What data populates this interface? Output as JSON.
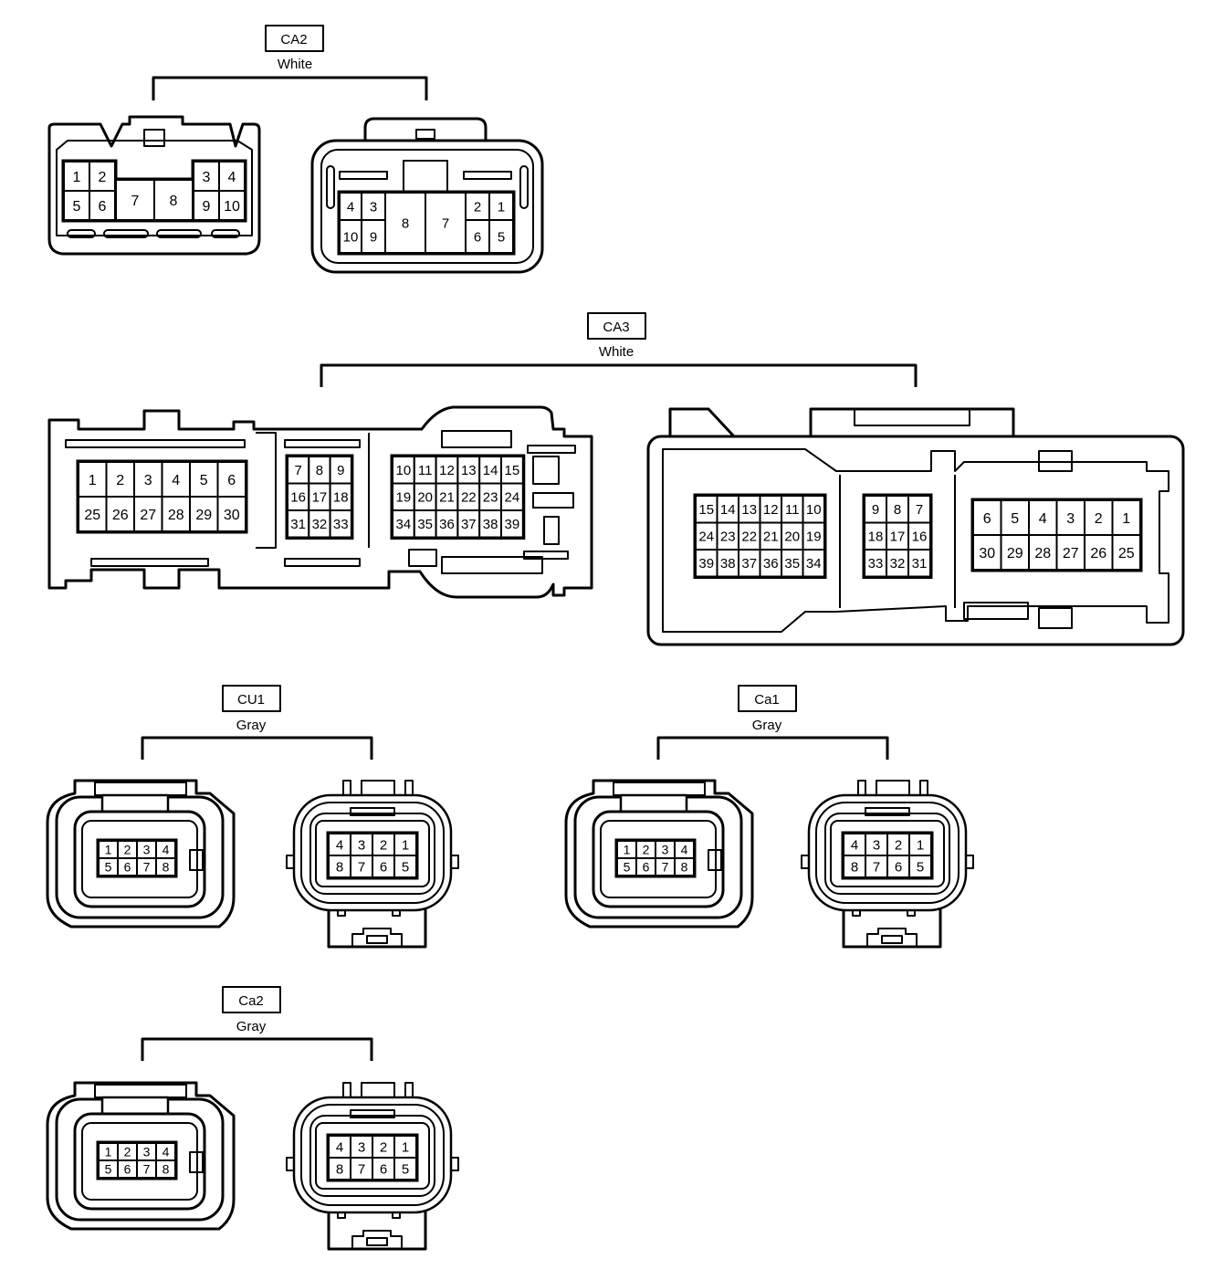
{
  "connectors": {
    "ca2": {
      "code": "CA2",
      "color": "White",
      "left_pins": [
        "1",
        "2",
        "3",
        "4",
        "5",
        "6",
        "7",
        "8",
        "9",
        "10"
      ],
      "right_pins": [
        "4",
        "3",
        "2",
        "1",
        "10",
        "9",
        "8",
        "7",
        "6",
        "5"
      ]
    },
    "ca3": {
      "code": "CA3",
      "color": "White",
      "left_block_a": [
        "1",
        "2",
        "3",
        "4",
        "5",
        "6",
        "25",
        "26",
        "27",
        "28",
        "29",
        "30"
      ],
      "left_block_b": [
        "7",
        "8",
        "9",
        "16",
        "17",
        "18",
        "31",
        "32",
        "33"
      ],
      "left_block_c": [
        "10",
        "11",
        "12",
        "13",
        "14",
        "15",
        "19",
        "20",
        "21",
        "22",
        "23",
        "24",
        "34",
        "35",
        "36",
        "37",
        "38",
        "39"
      ],
      "right_block_a": [
        "15",
        "14",
        "13",
        "12",
        "11",
        "10",
        "24",
        "23",
        "22",
        "21",
        "20",
        "19",
        "39",
        "38",
        "37",
        "36",
        "35",
        "34"
      ],
      "right_block_b": [
        "9",
        "8",
        "7",
        "18",
        "17",
        "16",
        "33",
        "32",
        "31"
      ],
      "right_block_c": [
        "6",
        "5",
        "4",
        "3",
        "2",
        "1",
        "30",
        "29",
        "28",
        "27",
        "26",
        "25"
      ]
    },
    "cu1": {
      "code": "CU1",
      "color": "Gray",
      "left_pins": [
        "1",
        "2",
        "3",
        "4",
        "5",
        "6",
        "7",
        "8"
      ],
      "right_pins": [
        "4",
        "3",
        "2",
        "1",
        "8",
        "7",
        "6",
        "5"
      ]
    },
    "ca1": {
      "code": "Ca1",
      "color": "Gray",
      "left_pins": [
        "1",
        "2",
        "3",
        "4",
        "5",
        "6",
        "7",
        "8"
      ],
      "right_pins": [
        "4",
        "3",
        "2",
        "1",
        "8",
        "7",
        "6",
        "5"
      ]
    },
    "ca2_gray": {
      "code": "Ca2",
      "color": "Gray",
      "left_pins": [
        "1",
        "2",
        "3",
        "4",
        "5",
        "6",
        "7",
        "8"
      ],
      "right_pins": [
        "4",
        "3",
        "2",
        "1",
        "8",
        "7",
        "6",
        "5"
      ]
    }
  }
}
